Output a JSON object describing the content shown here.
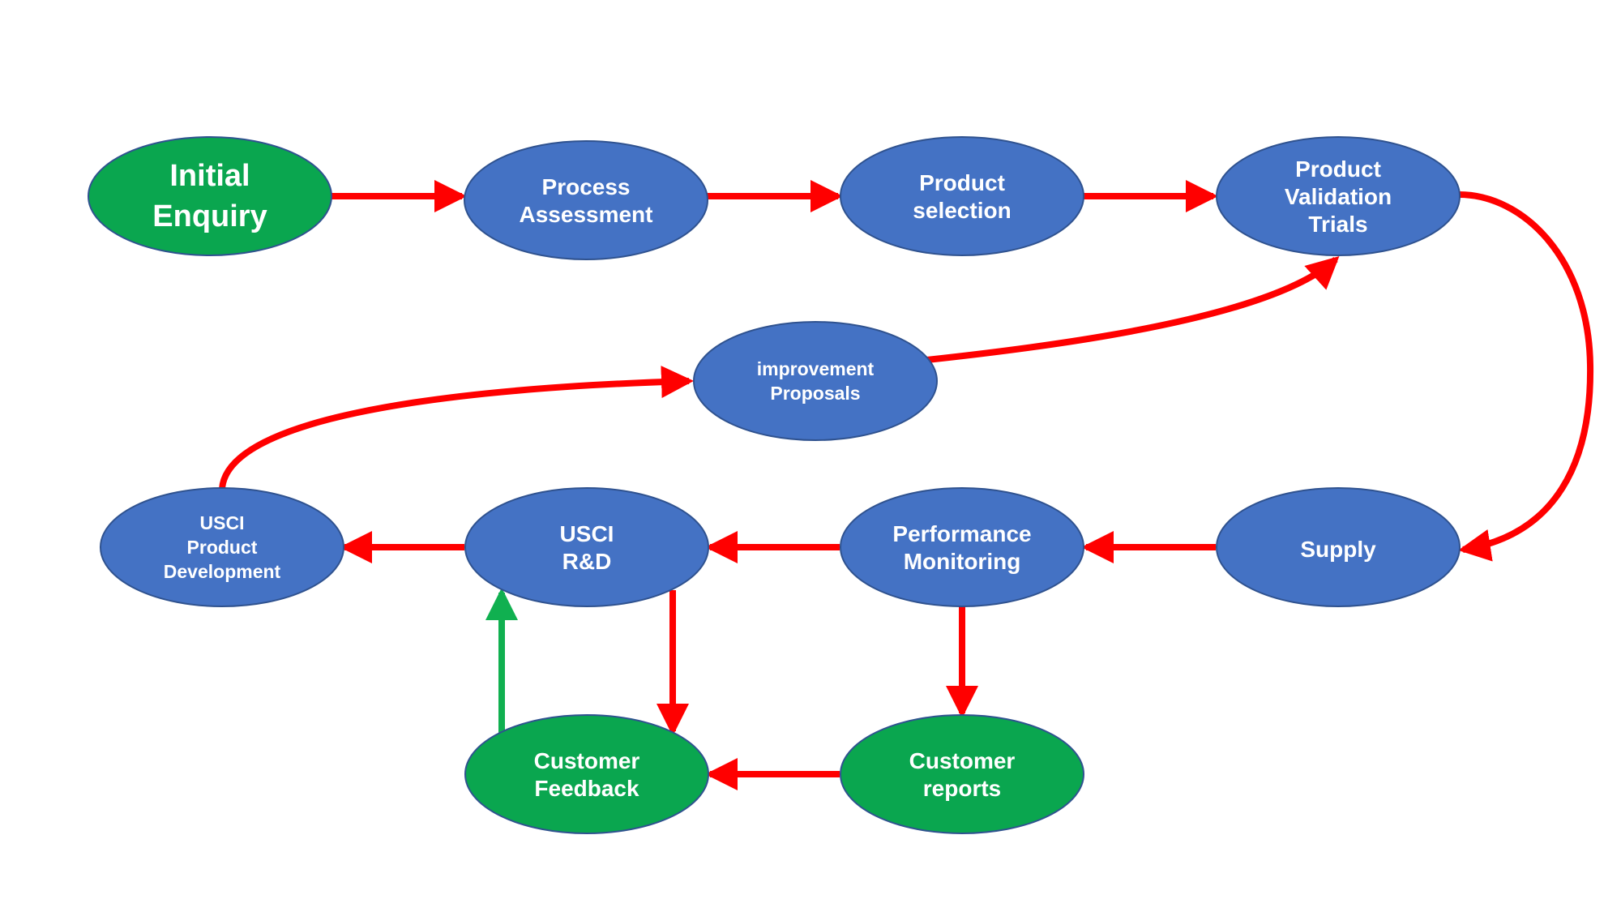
{
  "colors": {
    "process_fill": "#4472c4",
    "start_fill": "#0aa64f",
    "outline": "#2f528f",
    "arrow_red": "#ff0000",
    "arrow_green": "#10b050",
    "label": "#ffffff"
  },
  "nodes": [
    {
      "id": "initial-enquiry",
      "kind": "start",
      "lines": [
        "Initial",
        "Enquiry"
      ]
    },
    {
      "id": "process-assessment",
      "kind": "process",
      "lines": [
        "Process",
        "Assessment"
      ]
    },
    {
      "id": "product-selection",
      "kind": "process",
      "lines": [
        "Product",
        "selection"
      ]
    },
    {
      "id": "product-validation-trials",
      "kind": "process",
      "lines": [
        "Product",
        "Validation",
        "Trials"
      ]
    },
    {
      "id": "improvement-proposals",
      "kind": "process",
      "lines": [
        "improvement",
        "Proposals"
      ]
    },
    {
      "id": "usci-product-development",
      "kind": "process",
      "lines": [
        "USCI",
        "Product",
        "Development"
      ]
    },
    {
      "id": "usci-rnd",
      "kind": "process",
      "lines": [
        "USCI",
        "R&D"
      ]
    },
    {
      "id": "performance-monitoring",
      "kind": "process",
      "lines": [
        "Performance",
        "Monitoring"
      ]
    },
    {
      "id": "supply",
      "kind": "process",
      "lines": [
        "Supply"
      ]
    },
    {
      "id": "customer-feedback",
      "kind": "start",
      "lines": [
        "Customer",
        "Feedback"
      ]
    },
    {
      "id": "customer-reports",
      "kind": "start",
      "lines": [
        "Customer",
        "reports"
      ]
    }
  ],
  "edges": [
    {
      "from": "initial-enquiry",
      "to": "process-assessment",
      "color": "red"
    },
    {
      "from": "process-assessment",
      "to": "product-selection",
      "color": "red"
    },
    {
      "from": "product-selection",
      "to": "product-validation-trials",
      "color": "red"
    },
    {
      "from": "product-validation-trials",
      "to": "supply",
      "color": "red"
    },
    {
      "from": "supply",
      "to": "performance-monitoring",
      "color": "red"
    },
    {
      "from": "performance-monitoring",
      "to": "usci-rnd",
      "color": "red"
    },
    {
      "from": "performance-monitoring",
      "to": "customer-reports",
      "color": "red"
    },
    {
      "from": "usci-rnd",
      "to": "usci-product-development",
      "color": "red"
    },
    {
      "from": "usci-rnd",
      "to": "customer-feedback",
      "color": "red"
    },
    {
      "from": "customer-reports",
      "to": "customer-feedback",
      "color": "red"
    },
    {
      "from": "customer-feedback",
      "to": "usci-rnd",
      "color": "green"
    },
    {
      "from": "usci-product-development",
      "to": "improvement-proposals",
      "color": "red"
    },
    {
      "from": "improvement-proposals",
      "to": "product-validation-trials",
      "color": "red"
    }
  ]
}
